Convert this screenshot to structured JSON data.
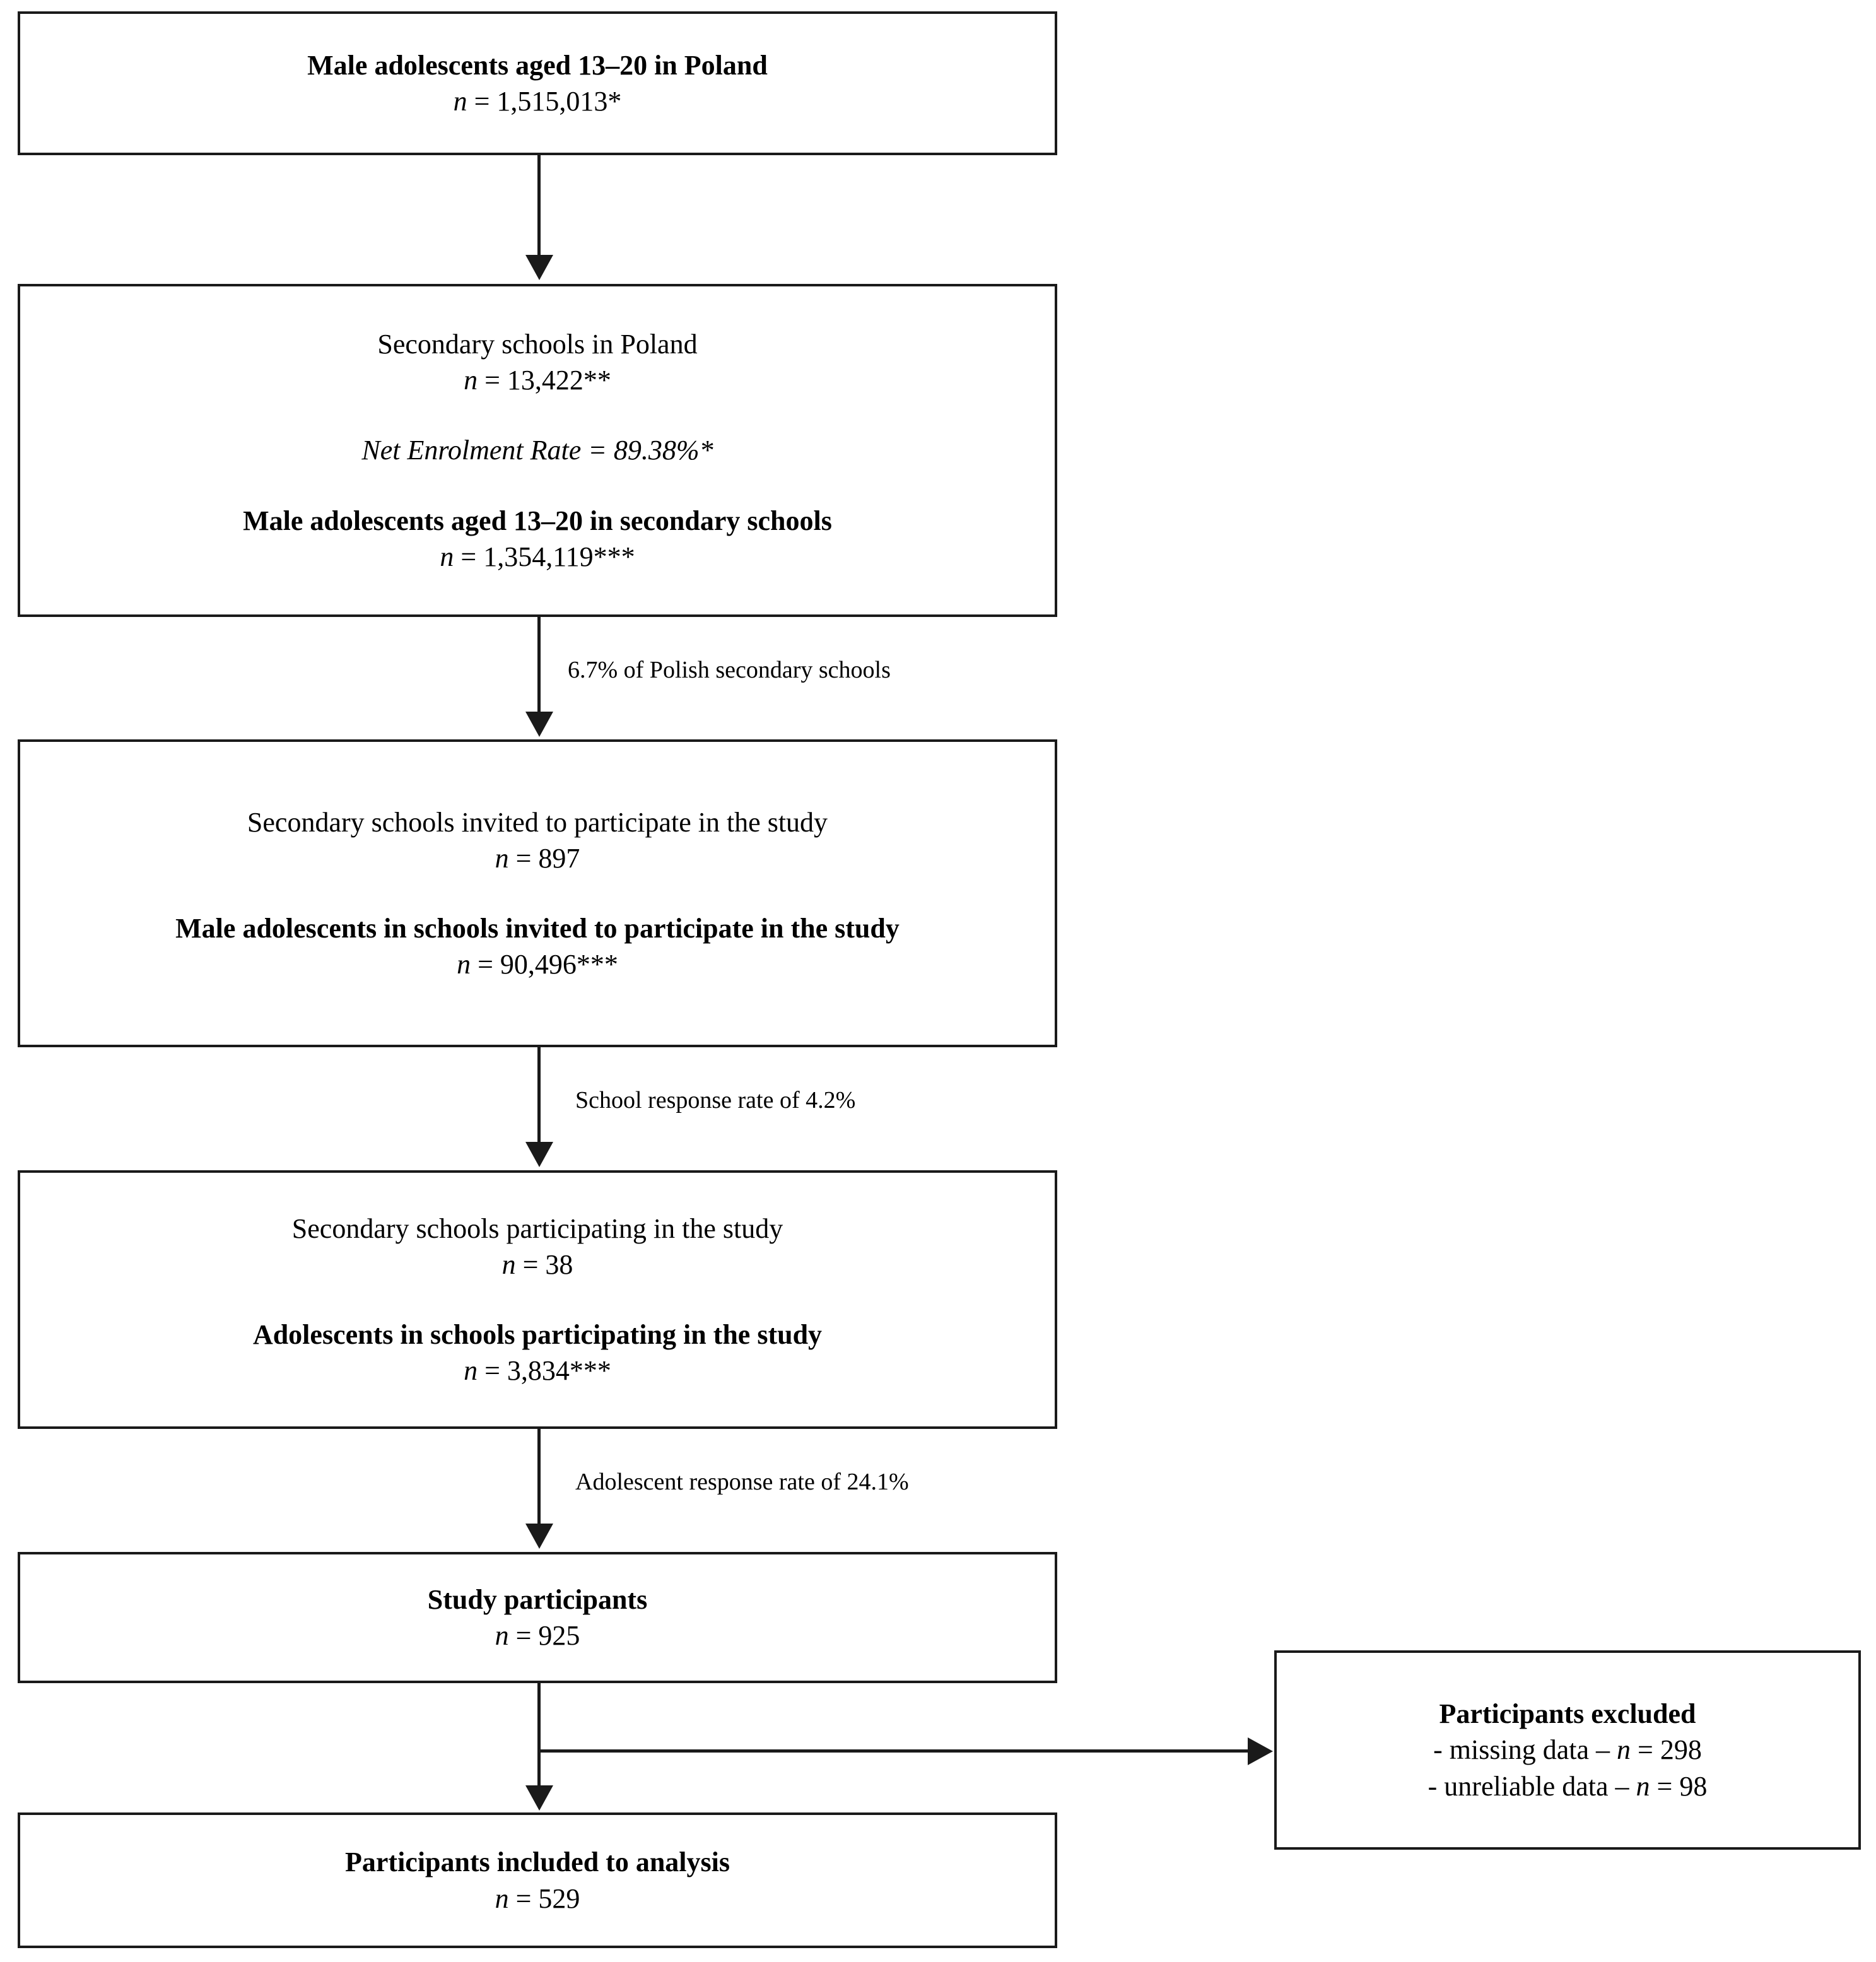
{
  "diagram": {
    "type": "participant-flow-diagram",
    "nodes": [
      {
        "id": "population",
        "lines": [
          {
            "text": "Male adolescents aged 13–20 in Poland",
            "style": "bold"
          },
          {
            "text": "n = 1,515,013*",
            "style": "normal"
          }
        ]
      },
      {
        "id": "secondary-schools",
        "lines": [
          {
            "text": "Secondary schools in Poland",
            "style": "normal"
          },
          {
            "text": "n = 13,422**",
            "style": "normal"
          },
          {
            "text": "Net Enrolment Rate = 89.38%*",
            "style": "italic"
          },
          {
            "text": "Male adolescents aged 13–20 in secondary schools",
            "style": "bold"
          },
          {
            "text": "n = 1,354,119***",
            "style": "normal"
          }
        ]
      },
      {
        "id": "schools-invited",
        "lines": [
          {
            "text": "Secondary schools invited to participate in the study",
            "style": "normal"
          },
          {
            "text": "n = 897",
            "style": "normal"
          },
          {
            "text": "Male adolescents in schools invited to participate in the study",
            "style": "bold"
          },
          {
            "text": "n = 90,496***",
            "style": "normal"
          }
        ]
      },
      {
        "id": "schools-participating",
        "lines": [
          {
            "text": "Secondary schools participating in the study",
            "style": "normal"
          },
          {
            "text": "n = 38",
            "style": "normal"
          },
          {
            "text": "Adolescents in schools participating in the study",
            "style": "bold"
          },
          {
            "text": "n = 3,834***",
            "style": "normal"
          }
        ]
      },
      {
        "id": "study-participants",
        "lines": [
          {
            "text": "Study participants",
            "style": "bold"
          },
          {
            "text": "n = 925",
            "style": "normal"
          }
        ]
      },
      {
        "id": "participants-excluded",
        "lines": [
          {
            "text": "Participants excluded",
            "style": "bold"
          },
          {
            "text": "- missing data – n = 298",
            "style": "normal"
          },
          {
            "text": "- unreliable data – n = 98",
            "style": "normal"
          }
        ]
      },
      {
        "id": "participants-included",
        "lines": [
          {
            "text": "Participants included to analysis",
            "style": "bold"
          },
          {
            "text": "n = 529",
            "style": "normal"
          }
        ]
      }
    ],
    "edge_labels": [
      {
        "id": "schools-fraction",
        "text": "6.7% of Polish secondary schools"
      },
      {
        "id": "school-response-rate",
        "text": "School response rate of 4.2%"
      },
      {
        "id": "adolescent-response-rate",
        "text": "Adolescent response rate of 24.1%"
      }
    ],
    "colors": {
      "stroke": "#1a1a1a",
      "background": "#ffffff",
      "text": "#000000"
    }
  },
  "node_text": {
    "population": {
      "title": "Male adolescents aged 13–20 in Poland",
      "n": "n = 1,515,013*"
    },
    "secondary_schools": {
      "title": "Secondary schools in Poland",
      "n": "n = 13,422**",
      "rate": "Net Enrolment Rate = 89.38%*",
      "subtitle": "Male adolescents aged 13–20 in secondary schools",
      "subtitle_n": "n = 1,354,119***"
    },
    "schools_invited": {
      "title": "Secondary schools invited to participate in the study",
      "n": "n = 897",
      "subtitle": "Male adolescents in schools invited to participate in the study",
      "subtitle_n": "n = 90,496***"
    },
    "schools_participating": {
      "title": "Secondary schools participating in the study",
      "n": "n = 38",
      "subtitle": "Adolescents in schools participating in the study",
      "subtitle_n": "n = 3,834***"
    },
    "study_participants": {
      "title": "Study participants",
      "n": "n = 925"
    },
    "participants_excluded": {
      "title": "Participants excluded",
      "item1": "- missing data – n = 298",
      "item2": "- unreliable data – n = 98"
    },
    "participants_included": {
      "title": "Participants included to analysis",
      "n": "n = 529"
    }
  },
  "edges": {
    "schools_fraction": "6.7% of Polish secondary schools",
    "school_response_rate": "School response rate of 4.2%",
    "adolescent_response_rate": "Adolescent response rate of 24.1%"
  }
}
